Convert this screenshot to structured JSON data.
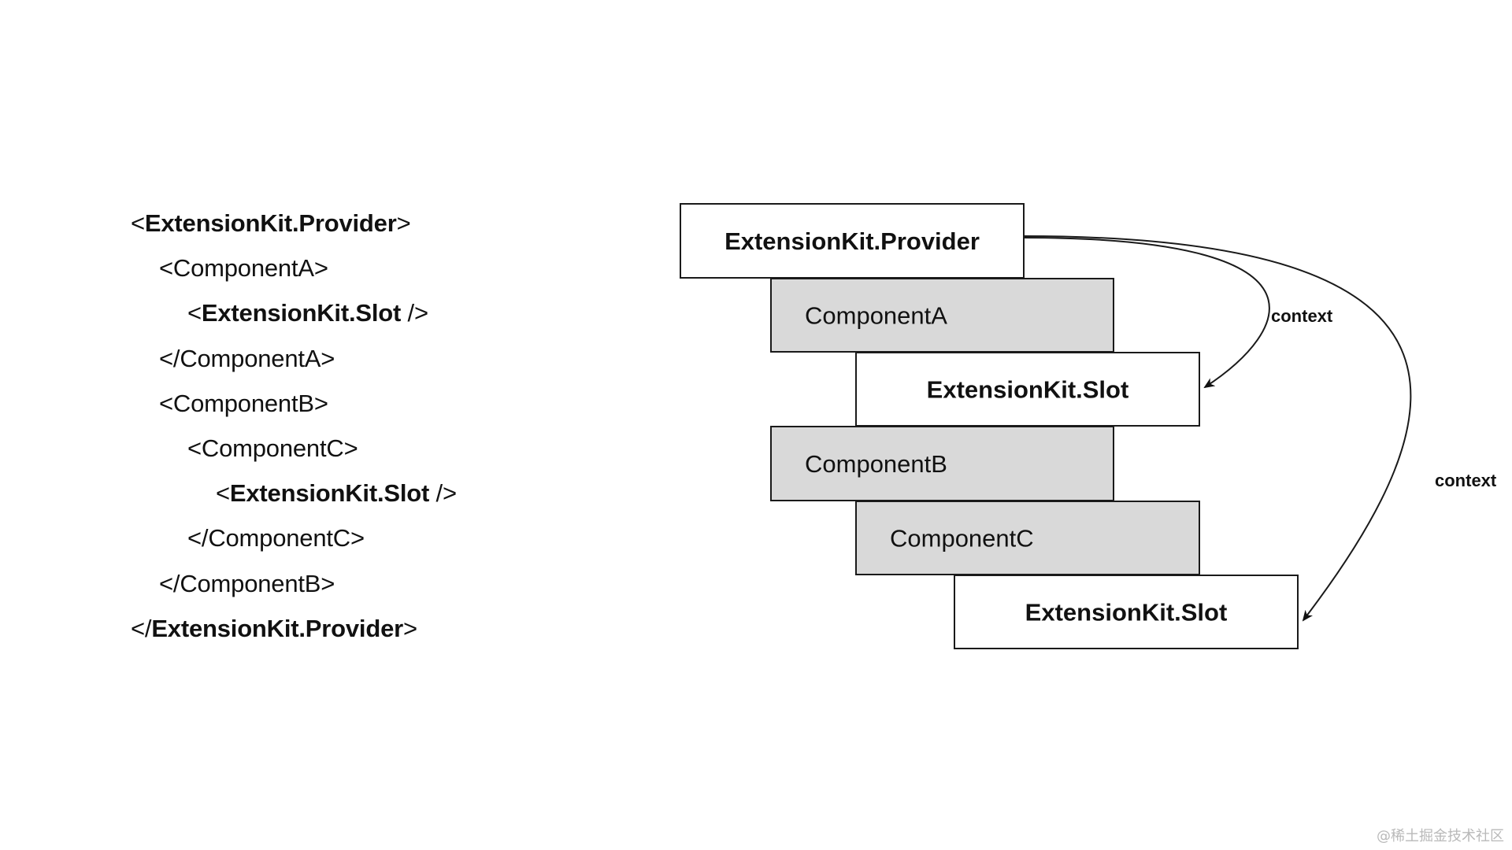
{
  "code": {
    "lines": [
      {
        "indent": 0,
        "prefix": "<",
        "name": "ExtensionKit.Provider",
        "suffix": ">",
        "bold": true
      },
      {
        "indent": 1,
        "prefix": "<",
        "name": "ComponentA",
        "suffix": ">",
        "bold": false
      },
      {
        "indent": 2,
        "prefix": "<",
        "name": "ExtensionKit.Slot",
        "suffix": " />",
        "bold": true
      },
      {
        "indent": 1,
        "prefix": "</",
        "name": "ComponentA",
        "suffix": ">",
        "bold": false
      },
      {
        "indent": 1,
        "prefix": "<",
        "name": "ComponentB",
        "suffix": ">",
        "bold": false
      },
      {
        "indent": 2,
        "prefix": "<",
        "name": "ComponentC",
        "suffix": ">",
        "bold": false
      },
      {
        "indent": 3,
        "prefix": "<",
        "name": "ExtensionKit.Slot",
        "suffix": " />",
        "bold": true
      },
      {
        "indent": 2,
        "prefix": "</",
        "name": "ComponentC",
        "suffix": ">",
        "bold": false
      },
      {
        "indent": 1,
        "prefix": "</",
        "name": "ComponentB",
        "suffix": ">",
        "bold": false
      },
      {
        "indent": 0,
        "prefix": "</",
        "name": "ExtensionKit.Provider",
        "suffix": ">",
        "bold": true
      }
    ]
  },
  "diagram": {
    "boxes": [
      {
        "id": "provider",
        "label": "ExtensionKit.Provider",
        "bold": true,
        "fill": "#ffffff"
      },
      {
        "id": "componentA",
        "label": "ComponentA",
        "bold": false,
        "fill": "#d9d9d9"
      },
      {
        "id": "slot1",
        "label": "ExtensionKit.Slot",
        "bold": true,
        "fill": "#ffffff"
      },
      {
        "id": "componentB",
        "label": "ComponentB",
        "bold": false,
        "fill": "#d9d9d9"
      },
      {
        "id": "componentC",
        "label": "ComponentC",
        "bold": false,
        "fill": "#d9d9d9"
      },
      {
        "id": "slot2",
        "label": "ExtensionKit.Slot",
        "bold": true,
        "fill": "#ffffff"
      }
    ],
    "edges": [
      {
        "from": "provider",
        "to": "slot1",
        "label": "context"
      },
      {
        "from": "provider",
        "to": "slot2",
        "label": "context"
      }
    ]
  },
  "watermark": "@稀土掘金技术社区"
}
